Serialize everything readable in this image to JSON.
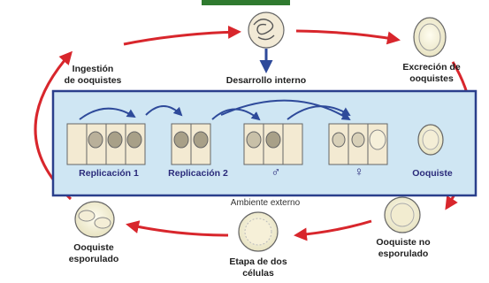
{
  "title_banner": "",
  "stages": {
    "ingestion": [
      "Ingestión",
      "de ooquistes"
    ],
    "desarrollo": "Desarrollo interno",
    "excrecion": [
      "Excreción de",
      "ooquistes"
    ],
    "ooquiste_no_esporulado": [
      "Ooquiste no",
      "esporulado"
    ],
    "etapa_dos_celulas": [
      "Etapa de dos",
      "células"
    ],
    "ooquiste_esporulado": [
      "Ooquiste",
      "esporulado"
    ]
  },
  "internal_panel": {
    "replicacion1": "Replicación 1",
    "replicacion2": "Replicación 2",
    "male_symbol": "♂",
    "female_symbol": "♀",
    "ooquiste": "Ooquiste"
  },
  "ambiente": "Ambiente externo",
  "colors": {
    "arrow_red": "#d8262c",
    "arrow_blue": "#2e4a9a",
    "panel_fill": "#cfe6f3",
    "panel_border": "#2a3f8c",
    "banner": "#2f7a2f"
  }
}
